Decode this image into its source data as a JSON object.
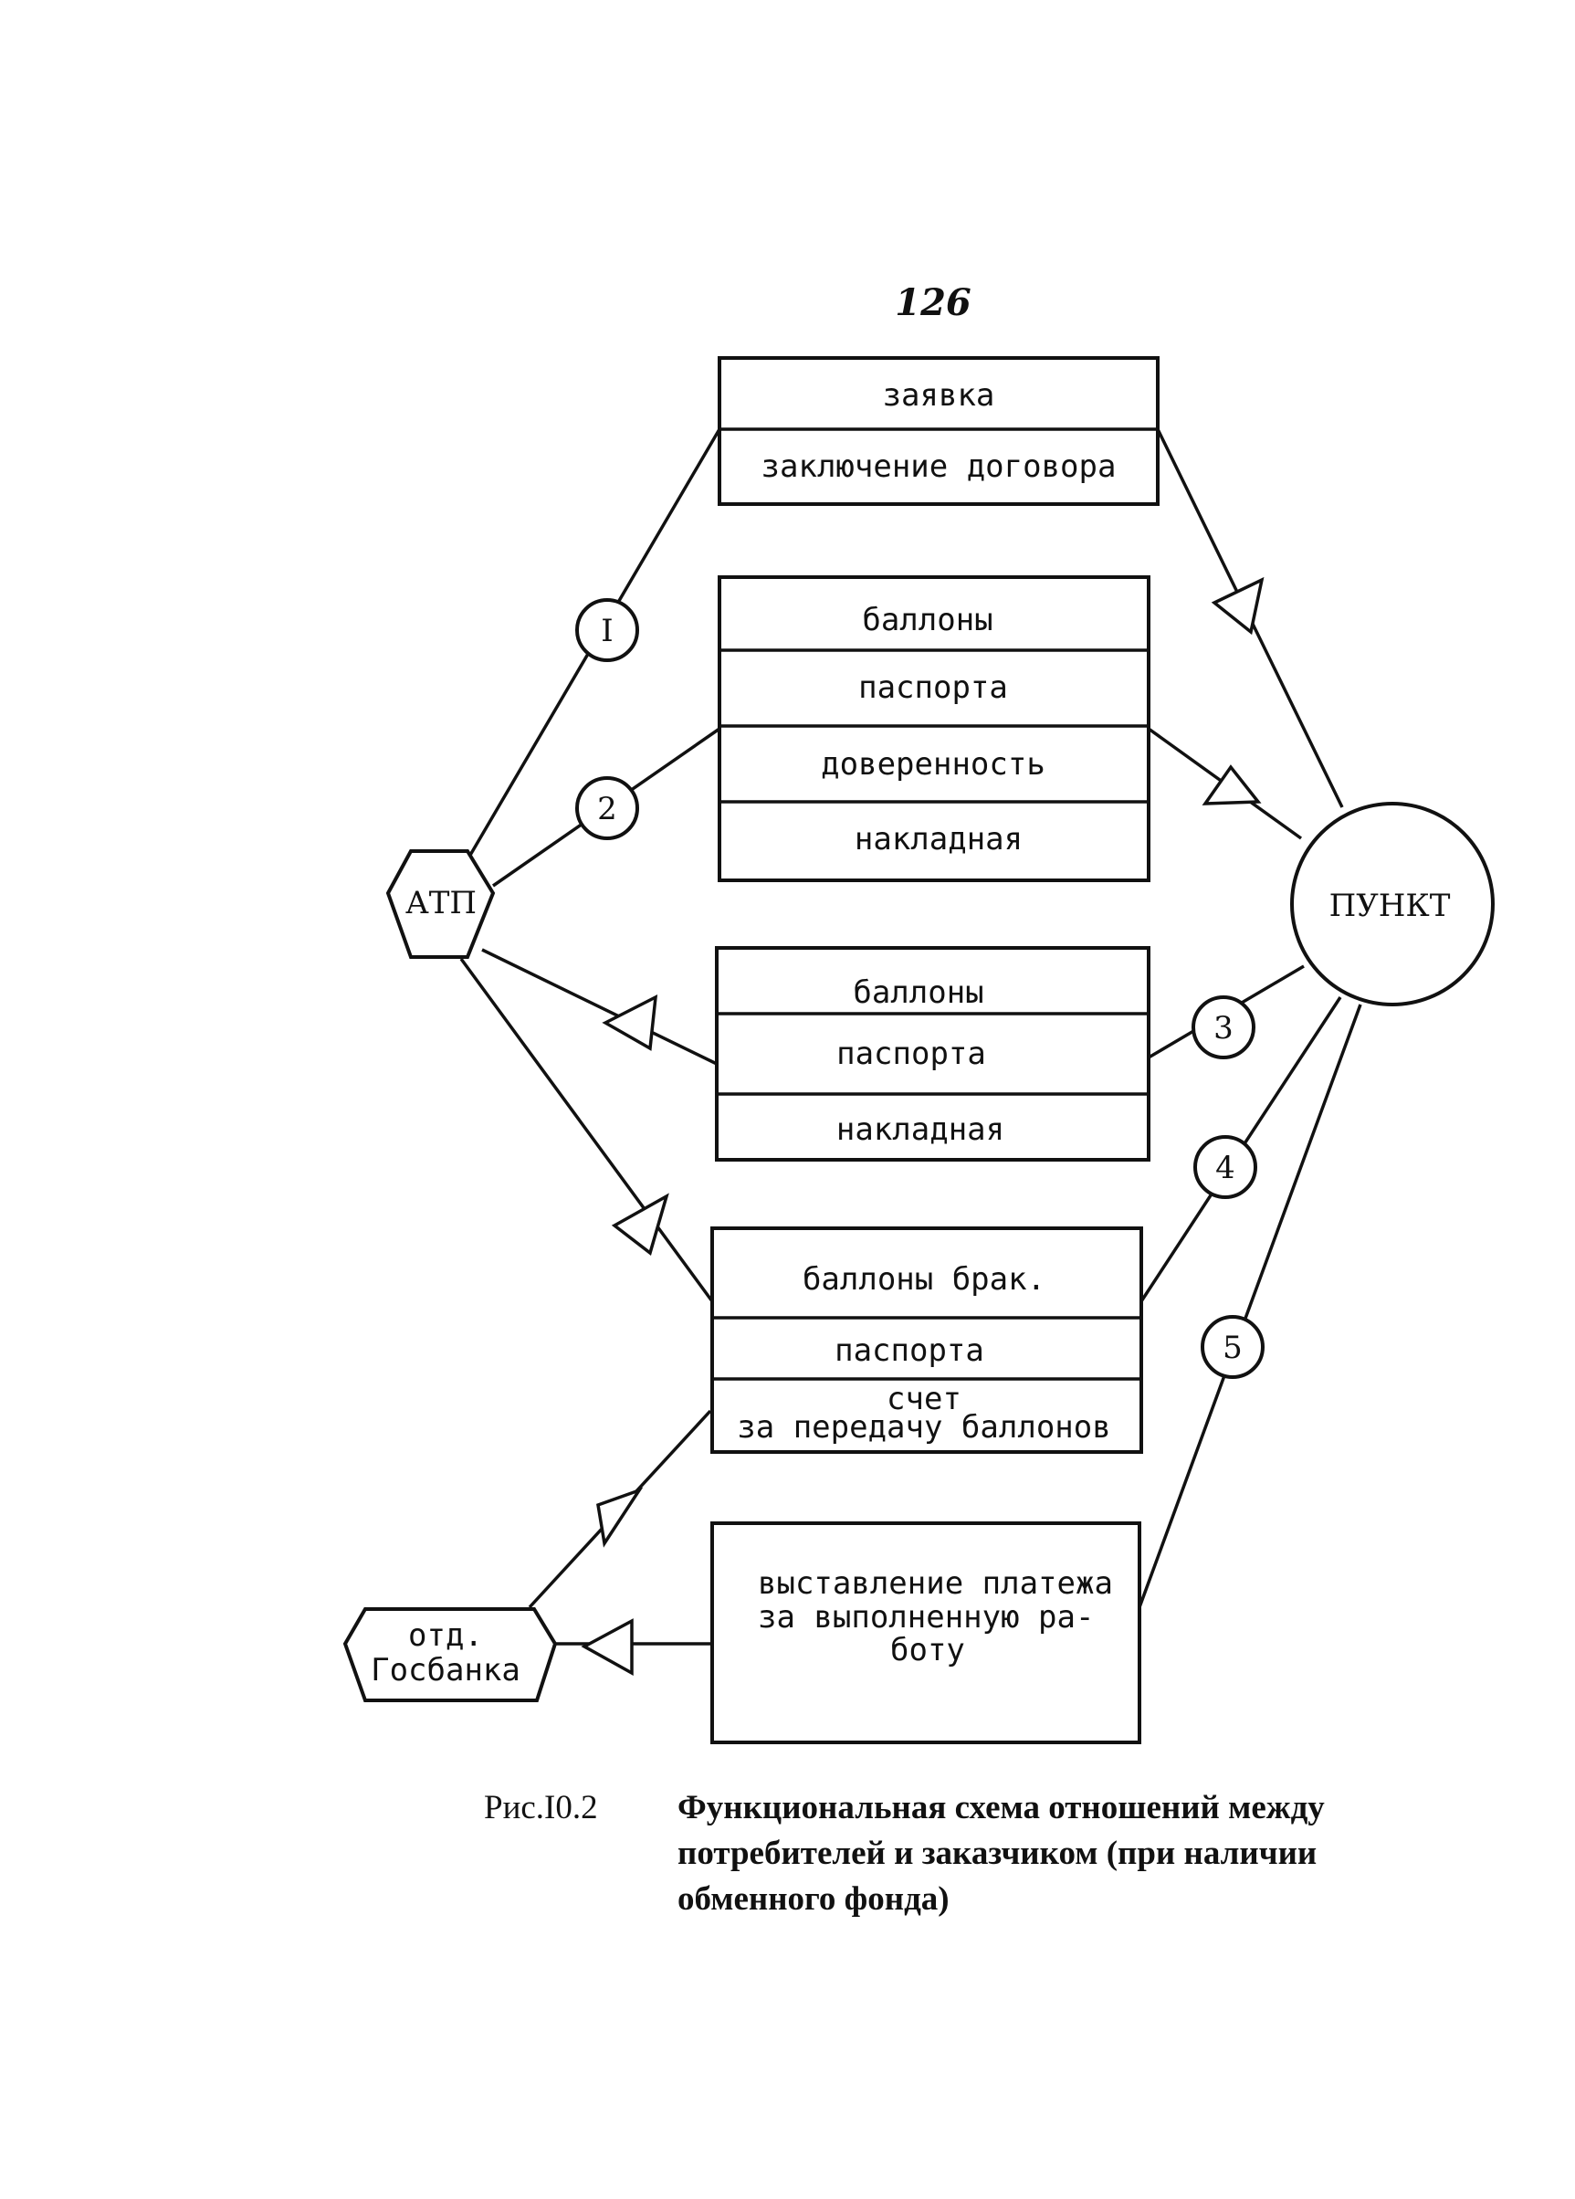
{
  "page_number": "126",
  "boxes": {
    "top": [
      "заявка",
      "заключение договора"
    ],
    "cylinders_in": [
      "баллоны",
      "паспорта",
      "доверенность",
      "накладная"
    ],
    "cylinders_out": [
      "баллоны",
      "паспорта",
      "накладная"
    ],
    "defective": [
      "баллоны брак.",
      "паспорта",
      "счет",
      "за передачу баллонов"
    ],
    "payment": [
      "выставление платежа",
      "за выполненную ра-",
      "боту"
    ]
  },
  "nodes": {
    "atp": "АТП",
    "point": "ПУНКТ",
    "bank_line1": "отд.",
    "bank_line2": "Госбанка"
  },
  "flow_numbers": [
    "I",
    "2",
    "3",
    "4",
    "5"
  ],
  "caption": {
    "label": "Рис.I0.2",
    "lines": [
      "Функциональная схема отношений между",
      "потребителей и заказчиком (при наличии",
      "обменного фонда)"
    ]
  }
}
